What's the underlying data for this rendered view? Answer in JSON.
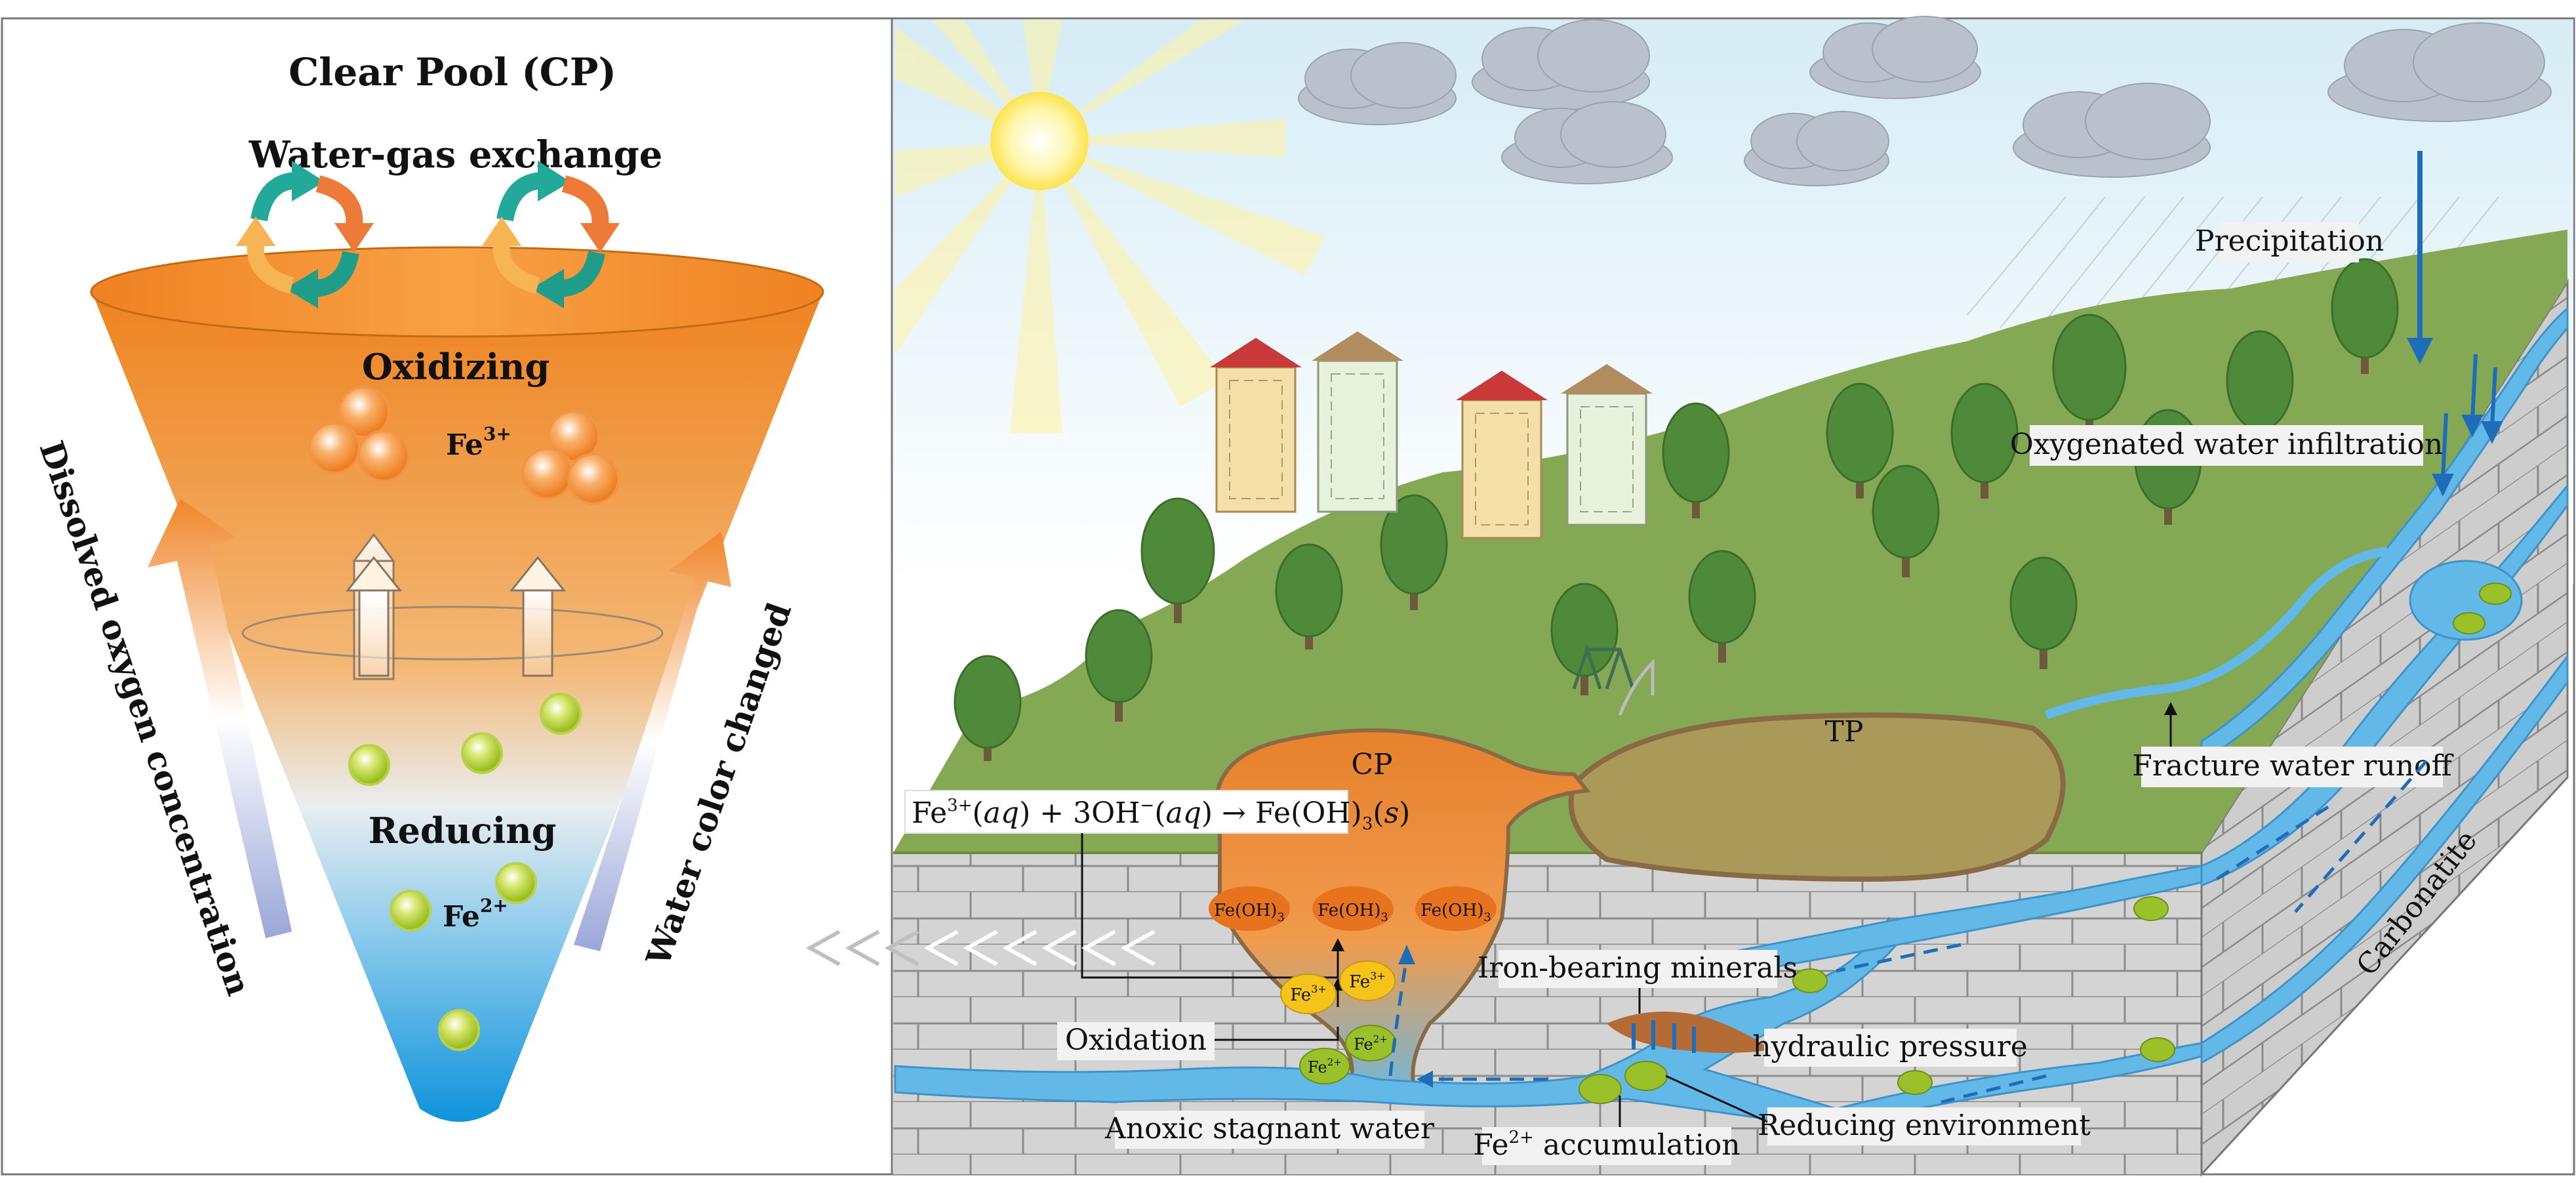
{
  "left_panel": {
    "title": "Clear Pool (CP)",
    "water_gas_exchange": "Water-gas exchange",
    "oxidizing": "Oxidizing",
    "fe3_base": "Fe",
    "fe3_charge": "3+",
    "reducing": "Reducing",
    "fe2_base": "Fe",
    "fe2_charge": "2+",
    "dissolved_oxygen": "Dissolved oxygen concentration",
    "water_color": "Water color changed"
  },
  "right_panel": {
    "precipitation": "Precipitation",
    "oxygenated_infiltration": "Oxygenated water infiltration",
    "fracture_runoff": "Fracture water runoff",
    "carbonatite": "Carbonatite",
    "cp_label": "CP",
    "tp_label": "TP",
    "equation": {
      "p1": "Fe",
      "p2": "3+",
      "p3": "(",
      "p4": "aq",
      "p5": ") + 3OH",
      "p6": "−",
      "p7": "(",
      "p8": "aq",
      "p9": ") → Fe(OH)",
      "p10": "3",
      "p11": "(",
      "p12": "s",
      "p13": ")"
    },
    "feoh3": "Fe(OH)",
    "feoh3_sub": "3",
    "fe3_ion": "Fe",
    "fe3_ion_charge": "3+",
    "fe2_ion": "Fe",
    "fe2_ion_charge": "2+",
    "iron_bearing_minerals": "Iron-bearing minerals",
    "hydraulic_pressure": "hydraulic pressure",
    "oxidation": "Oxidation",
    "anoxic_water": "Anoxic stagnant water",
    "fe2_accumulation_base": "Fe",
    "fe2_accumulation_charge": "2+",
    "fe2_accumulation_rest": " accumulation",
    "reducing_environment": "Reducing environment"
  },
  "colors": {
    "oxidizing_orange": "#f08a2a",
    "reducing_blue": "#1a9de0",
    "groundwater_blue": "#62b8e6",
    "grass_green": "#7ea24f",
    "rock_grey": "#cfcfcf",
    "fe2_green": "#a5c82a",
    "fe3_orange": "#f7a74a"
  }
}
